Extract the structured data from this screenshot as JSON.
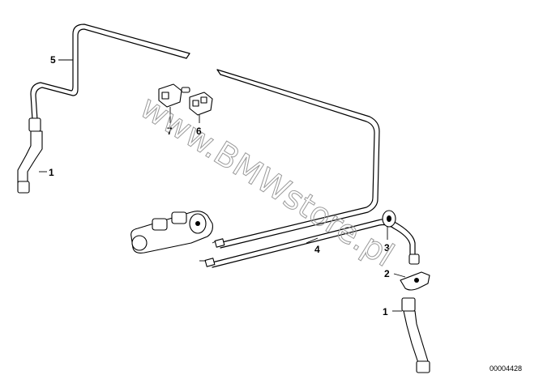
{
  "watermark": "www.BMWstore.pl",
  "document_number": "00004428",
  "callouts": [
    {
      "id": "1",
      "label": "1"
    },
    {
      "id": "5",
      "label": "5"
    },
    {
      "id": "7",
      "label": "7"
    },
    {
      "id": "6",
      "label": "6"
    },
    {
      "id": "4",
      "label": "4"
    },
    {
      "id": "3",
      "label": "3"
    },
    {
      "id": "2",
      "label": "2"
    },
    {
      "id": "1b",
      "label": "1"
    }
  ]
}
